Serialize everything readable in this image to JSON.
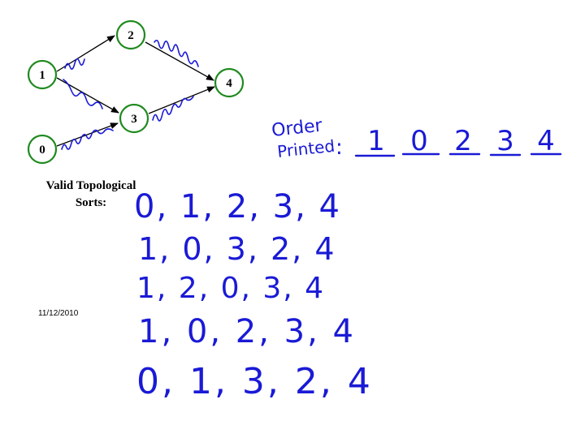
{
  "graph": {
    "nodes": [
      "1",
      "2",
      "3",
      "4",
      "0"
    ],
    "node_stroke_color": "#1f8a1f"
  },
  "order_printed": {
    "label_line1": "Order",
    "label_line2": "Printed",
    "colon": ":",
    "sequence": [
      "1",
      "0",
      "2",
      "3",
      "4"
    ]
  },
  "valid_sorts": {
    "label_line1": "Valid Topological",
    "label_line2": "Sorts:",
    "sequences": [
      "0, 1, 2, 3, 4",
      "1, 0, 3, 2, 4",
      "1, 2, 0, 3, 4",
      "1, 0, 2, 3, 4",
      "0, 1, 3, 2, 4"
    ]
  },
  "date": "11/12/2010",
  "ink_color": "#1a1ad6"
}
